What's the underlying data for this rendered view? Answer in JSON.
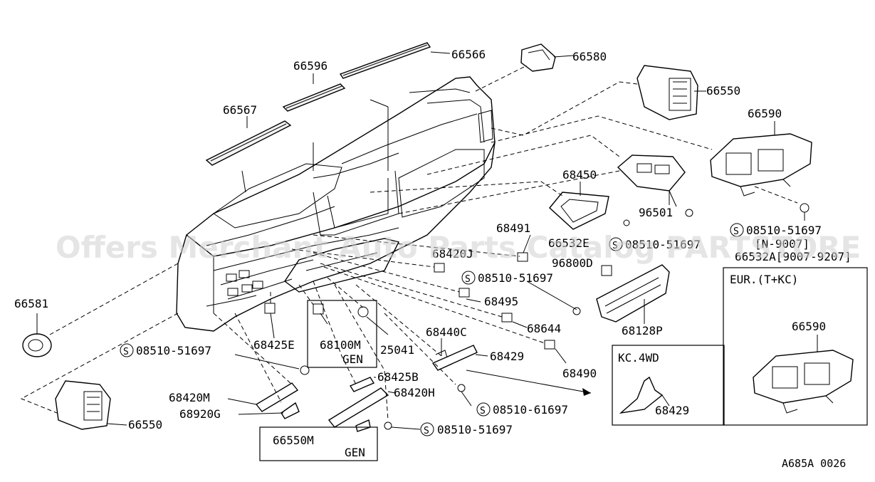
{
  "diagram_code": "A685A 0026",
  "watermark": "Offers Merchant Auto Parts Catalog PARTSTORE",
  "variant_box_eur": "EUR.(T+KC)",
  "variant_box_kc": "KC.4WD",
  "labels": {
    "p66566": "66566",
    "p66580": "66580",
    "p66596": "66596",
    "p66550_top": "66550",
    "p66567": "66567",
    "p66590_top": "66590",
    "p68450": "68450",
    "p96501": "96501",
    "s08510_top": "08510-51697",
    "n9007": "[N-9007]",
    "p66532a": "66532A[9007-9207]",
    "p68491": "68491",
    "p66532e": "66532E",
    "s08510_mid": "08510-51697",
    "p68420j": "68420J",
    "p96800d": "96800D",
    "s08510_b": "08510-51697",
    "p68495": "68495",
    "p66581": "66581",
    "p68644": "68644",
    "p68128p": "68128P",
    "p68425e": "68425E",
    "p68100m": "68100M",
    "gen1": "GEN",
    "p25041": "25041",
    "p68440c": "68440C",
    "p68429": "68429",
    "p68490": "68490",
    "s08510_left": "08510-51697",
    "p68425b": "68425B",
    "p68420h": "68420H",
    "p68420m": "68420M",
    "p68920g": "68920G",
    "s08510_61697": "08510-61697",
    "p66550_bottom": "66550",
    "s08510_bottom": "08510-51697",
    "p66550m": "66550M",
    "gen2": "GEN",
    "p66590_box": "66590",
    "p68429_box": "68429"
  }
}
